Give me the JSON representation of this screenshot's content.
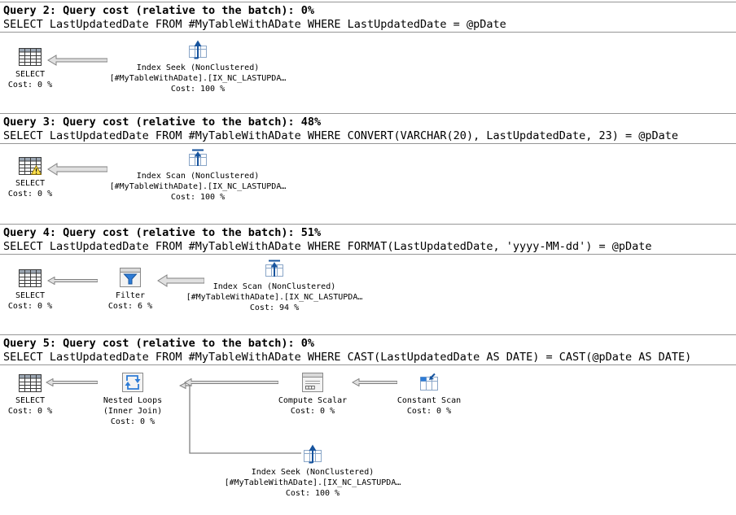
{
  "app": "SQL Server execution plan pane",
  "colors": {
    "accent_blue": "#17549e",
    "funnel_blue": "#2e7cd6",
    "arrow_fill": "#e0e0e0",
    "line_gray": "#808080"
  },
  "icons": {
    "select": "result-grid-icon",
    "index_seek": "index-seek-icon",
    "index_scan": "index-scan-icon",
    "filter": "filter-funnel-icon",
    "nested_loops": "nested-loops-icon",
    "compute_scalar": "compute-scalar-icon",
    "constant_scan": "constant-scan-icon",
    "warning": "warning-triangle-icon"
  },
  "queries": [
    {
      "header": "Query 2: Query cost (relative to the batch): 0%",
      "sql": "SELECT LastUpdatedDate FROM #MyTableWithADate WHERE LastUpdatedDate = @pDate",
      "select_node": {
        "label": "SELECT",
        "cost": "Cost: 0 %"
      },
      "seek": {
        "name": "Index Seek (NonClustered)",
        "object": "[#MyTableWithADate].[IX_NC_LASTUPDA…",
        "cost": "Cost: 100 %"
      }
    },
    {
      "header": "Query 3: Query cost (relative to the batch): 48%",
      "sql": "SELECT LastUpdatedDate FROM #MyTableWithADate WHERE CONVERT(VARCHAR(20), LastUpdatedDate, 23) = @pDate",
      "select_node": {
        "label": "SELECT",
        "cost": "Cost: 0 %"
      },
      "scan": {
        "name": "Index Scan (NonClustered)",
        "object": "[#MyTableWithADate].[IX_NC_LASTUPDA…",
        "cost": "Cost: 100 %"
      }
    },
    {
      "header": "Query 4: Query cost (relative to the batch): 51%",
      "sql": "SELECT LastUpdatedDate FROM #MyTableWithADate WHERE FORMAT(LastUpdatedDate, 'yyyy-MM-dd') = @pDate",
      "select_node": {
        "label": "SELECT",
        "cost": "Cost: 0 %"
      },
      "filter": {
        "name": "Filter",
        "cost": "Cost: 6 %"
      },
      "scan": {
        "name": "Index Scan (NonClustered)",
        "object": "[#MyTableWithADate].[IX_NC_LASTUPDA…",
        "cost": "Cost: 94 %"
      }
    },
    {
      "header": "Query 5: Query cost (relative to the batch): 0%",
      "sql": "SELECT LastUpdatedDate FROM #MyTableWithADate WHERE CAST(LastUpdatedDate AS DATE) = CAST(@pDate AS DATE)",
      "select_node": {
        "label": "SELECT",
        "cost": "Cost: 0 %"
      },
      "nested_loops": {
        "name": "Nested Loops",
        "sub": "(Inner Join)",
        "cost": "Cost: 0 %"
      },
      "compute_scalar": {
        "name": "Compute Scalar",
        "cost": "Cost: 0 %"
      },
      "constant_scan": {
        "name": "Constant Scan",
        "cost": "Cost: 0 %"
      },
      "seek": {
        "name": "Index Seek (NonClustered)",
        "object": "[#MyTableWithADate].[IX_NC_LASTUPDA…",
        "cost": "Cost: 100 %"
      }
    }
  ]
}
